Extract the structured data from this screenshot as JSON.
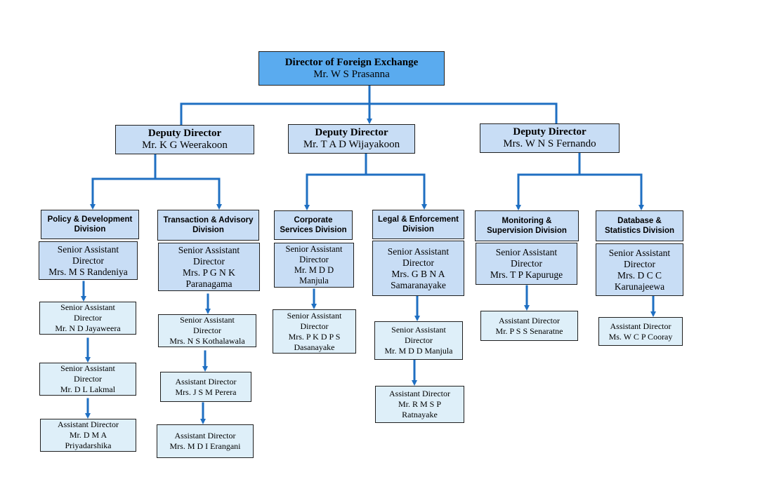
{
  "director": {
    "title": "Director of Foreign Exchange",
    "name": "Mr. W S Prasanna"
  },
  "deputies": [
    {
      "title": "Deputy Director",
      "name": "Mr. K G Weerakoon"
    },
    {
      "title": "Deputy Director",
      "name": "Mr. T A D Wijayakoon"
    },
    {
      "title": "Deputy Director",
      "name": "Mrs. W N S Fernando"
    }
  ],
  "divisions": [
    {
      "name": [
        "Policy & Development",
        "Division"
      ],
      "staff": [
        [
          "Senior Assistant",
          "Director",
          "Mrs. M S Randeniya"
        ],
        [
          "Senior Assistant",
          "Director",
          "Mr. N D Jayaweera"
        ],
        [
          "Senior Assistant",
          "Director",
          "Mr. D L Lakmal"
        ],
        [
          "Assistant Director",
          "Mr. D M A",
          "Priyadarshika"
        ]
      ]
    },
    {
      "name": [
        "Transaction & Advisory",
        "Division"
      ],
      "staff": [
        [
          "Senior Assistant",
          "Director",
          "Mrs. P G N K",
          "Paranagama"
        ],
        [
          "Senior Assistant",
          "Director",
          "Mrs. N S Kothalawala"
        ],
        [
          "Assistant Director",
          "Mrs. J S M Perera"
        ],
        [
          "Assistant Director",
          "Mrs.  M D I Erangani"
        ]
      ]
    },
    {
      "name": [
        "Corporate",
        "Services Division"
      ],
      "staff": [
        [
          "Senior Assistant",
          "Director",
          "Mr. M D D",
          "Manjula"
        ],
        [
          "Senior Assistant",
          "Director",
          "Mrs. P K D P S",
          "Dasanayake"
        ]
      ]
    },
    {
      "name": [
        "Legal & Enforcement",
        "Division"
      ],
      "staff": [
        [
          "Senior Assistant",
          "Director",
          "Mrs. G B N A",
          "Samaranayake"
        ],
        [
          "Senior Assistant",
          "Director",
          "Mr. M D D Manjula"
        ],
        [
          "Assistant Director",
          "Mr. R M S P",
          "Ratnayake"
        ]
      ]
    },
    {
      "name": [
        "Monitoring &",
        "Supervision Division"
      ],
      "staff": [
        [
          "Senior Assistant",
          "Director",
          "Mrs. T P Kapuruge"
        ],
        [
          "Assistant Director",
          "Mr. P S S Senaratne"
        ]
      ]
    },
    {
      "name": [
        "Database &",
        "Statistics Division"
      ],
      "staff": [
        [
          "Senior Assistant",
          "Director",
          "Mrs. D C C",
          "Karunajeewa"
        ],
        [
          "Assistant Director",
          "Ms. W C P Cooray"
        ]
      ]
    }
  ],
  "colors": {
    "connector": "#1f6fc2",
    "director_fill": "#5aabef",
    "deputy_fill": "#c8ddf5",
    "assistant_fill": "#deeff9"
  }
}
